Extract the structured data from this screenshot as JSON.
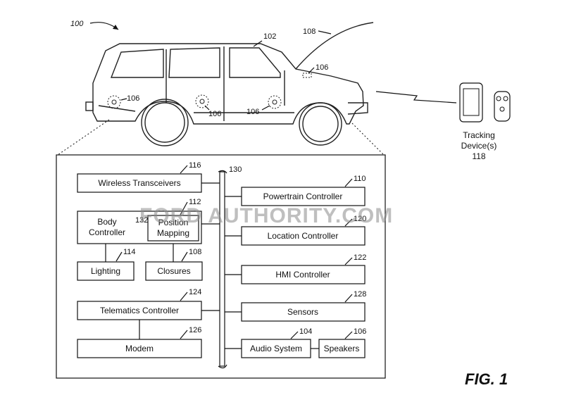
{
  "figure_ref": "100",
  "figure_label": "FIG. 1",
  "watermark": "FORD AUTHORITY.COM",
  "vehicle": {
    "ref_vehicle": "102",
    "ref_hood": "108",
    "ref_sensor": "106"
  },
  "tracking": {
    "label_line1": "Tracking",
    "label_line2": "Device(s)",
    "ref": "118"
  },
  "bus_ref": "130",
  "blocks": {
    "wireless": {
      "label": "Wireless Transceivers",
      "ref": "116"
    },
    "body": {
      "label_line1": "Body",
      "label_line2": "Controller",
      "ref": "132"
    },
    "position": {
      "label_line1": "Position",
      "label_line2": "Mapping",
      "ref": "112"
    },
    "lighting": {
      "label": "Lighting",
      "ref": "114"
    },
    "closures": {
      "label": "Closures",
      "ref": "108"
    },
    "telematics": {
      "label": "Telematics Controller",
      "ref": "124"
    },
    "modem": {
      "label": "Modem",
      "ref": "126"
    },
    "powertrain": {
      "label": "Powertrain Controller",
      "ref": "110"
    },
    "location": {
      "label": "Location Controller",
      "ref": "120"
    },
    "hmi": {
      "label": "HMI Controller",
      "ref": "122"
    },
    "sensors": {
      "label": "Sensors",
      "ref": "128"
    },
    "audio": {
      "label": "Audio System",
      "ref": "104"
    },
    "speakers": {
      "label": "Speakers",
      "ref": "106"
    }
  }
}
